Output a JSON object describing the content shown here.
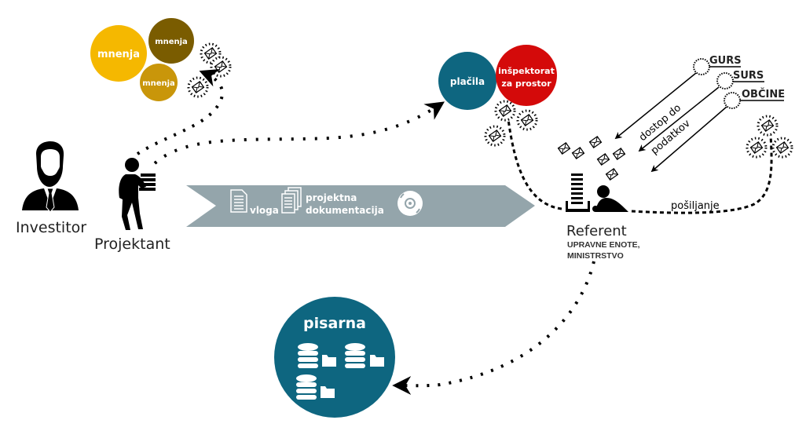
{
  "actors": {
    "investitor": {
      "label": "Investitor"
    },
    "projektant": {
      "label": "Projektant"
    },
    "referent": {
      "label": "Referent",
      "sub1": "UPRAVNE ENOTE,",
      "sub2": "MINISTRSTVO"
    }
  },
  "mnenja": {
    "bubbles": [
      {
        "label": "mnenja",
        "color": "#F5B800"
      },
      {
        "label": "mnenja",
        "color": "#7A5C00"
      },
      {
        "label": "mnenja",
        "color": "#C9960A"
      }
    ]
  },
  "placila": {
    "label": "plačila",
    "color": "#0E6680"
  },
  "inspektorat": {
    "line1": "inšpektorat",
    "line2": "za prostor",
    "color": "#D40A0A"
  },
  "banner": {
    "color": "#94A5AB",
    "vloga": "vloga",
    "projektna1": "projektna",
    "projektna2": "dokumentacija"
  },
  "sources": [
    {
      "label": "GURS"
    },
    {
      "label": "SURS"
    },
    {
      "label": "OBČINE"
    }
  ],
  "dostop": {
    "line1": "dostop do",
    "line2": "podatkov"
  },
  "posiljanje": "pošiljanje",
  "pisarna": {
    "label": "pisarna",
    "color": "#0E6680"
  }
}
